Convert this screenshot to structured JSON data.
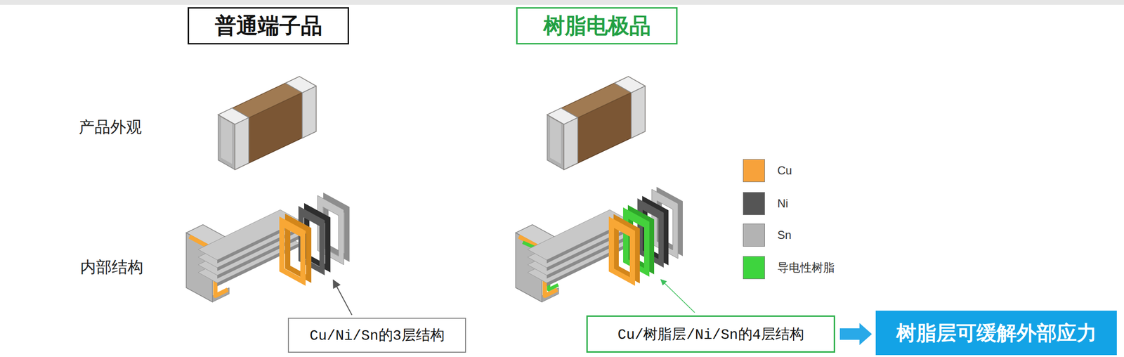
{
  "diagram": {
    "nodes": [
      {
        "text": [
          "普通端子品"
        ]
      },
      {
        "text": [
          "树脂电极品"
        ]
      },
      {
        "text": [
          "Cu/Ni/Sn的3层结构"
        ]
      },
      {
        "text": [
          "Cu/树脂层/Ni/Sn的4层结构"
        ]
      },
      {
        "text": [
          "树脂层可缓解外部应力"
        ]
      }
    ],
    "edges": [
      {
        "from": 3,
        "to": 4,
        "arrow": "to"
      }
    ],
    "labels": [
      "产品外观",
      "内部结构"
    ],
    "legend": [
      {
        "text": "Cu",
        "color": "#f7a23b"
      },
      {
        "text": "Ni",
        "color": "#555555"
      },
      {
        "text": "Sn",
        "color": "#b3b3b3"
      },
      {
        "text": "导电性树脂",
        "color": "#3ed43e"
      }
    ]
  }
}
